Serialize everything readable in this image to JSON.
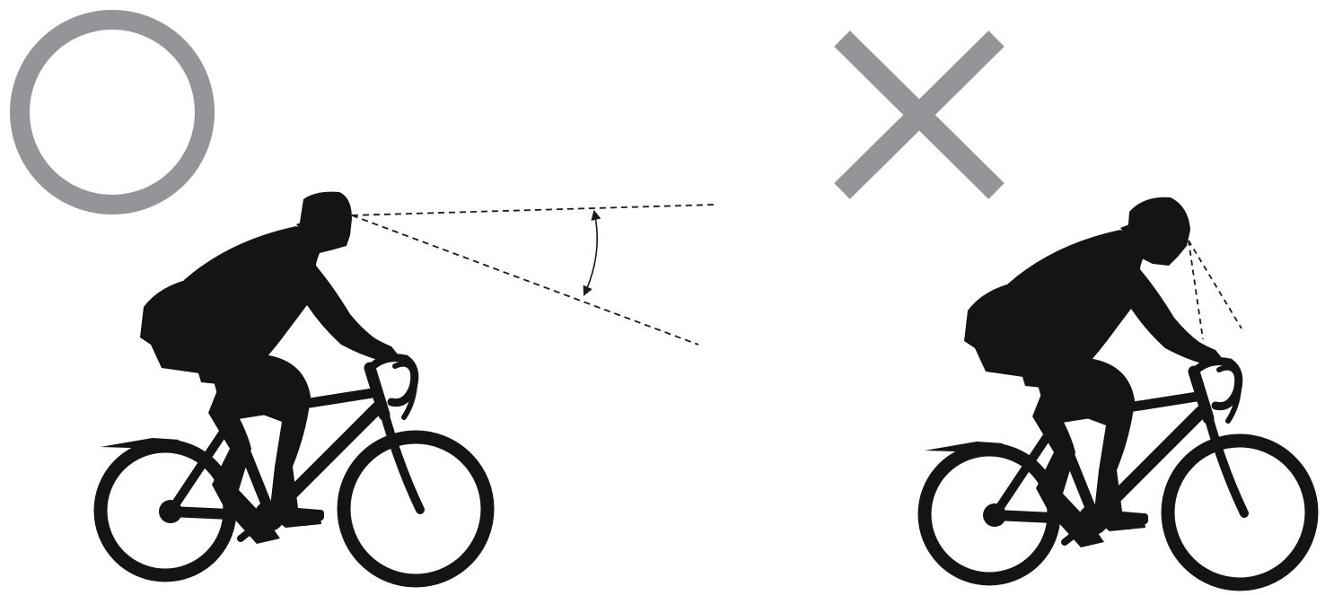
{
  "panels": [
    {
      "id": "correct",
      "mark": "circle-mark-icon",
      "gaze": "ahead",
      "mark_color": "#939598"
    },
    {
      "id": "incorrect",
      "mark": "cross-mark-icon",
      "gaze": "down",
      "mark_color": "#939598"
    }
  ],
  "colors": {
    "silhouette": "#141414",
    "mark": "#939598",
    "background": "#ffffff",
    "guide_line": "#1a1a1a"
  },
  "icons": [
    "circle-mark-icon",
    "cross-mark-icon",
    "cyclist-icon",
    "bicycle-icon",
    "sight-line-icon",
    "angle-arrow-icon"
  ]
}
